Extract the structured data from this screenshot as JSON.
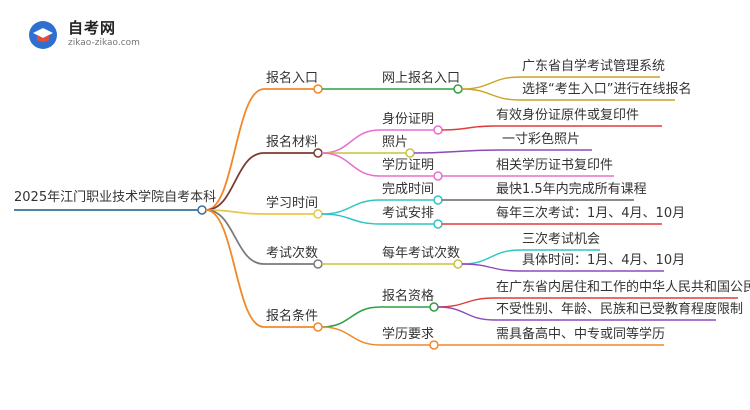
{
  "logo": {
    "name": "自考网",
    "url": "zikao-zikao.com"
  },
  "mindmap": {
    "root": "2025年江门职业技术学院自考本科",
    "branches": [
      {
        "label": "报名入口",
        "color": "#f0882a",
        "children": [
          {
            "label": "网上报名入口",
            "color": "#2ea043",
            "leaves": [
              "广东省自学考试管理系统",
              "选择“考生入口”进行在线报名"
            ],
            "leafColor": "#c9a227"
          }
        ]
      },
      {
        "label": "报名材料",
        "color": "#7a3b2e",
        "children": [
          {
            "label": "身份证明",
            "color": "#e86ed0",
            "leaves": [
              "有效身份证原件或复印件"
            ],
            "leafColor": "#e03c3c"
          },
          {
            "label": "照片",
            "color": "#c9c23a",
            "leaves": [
              "一寸彩色照片"
            ],
            "leafColor": "#8b4bb8"
          },
          {
            "label": "学历证明",
            "color": "#e86ed0",
            "leaves": [
              "相关学历证书复印件"
            ],
            "leafColor": "#e86ed0"
          }
        ]
      },
      {
        "label": "学习时间",
        "color": "#e8c84a",
        "children": [
          {
            "label": "完成时间",
            "color": "#2ec4c4",
            "leaves": [
              "最快1.5年内完成所有课程"
            ],
            "leafColor": "#666666"
          },
          {
            "label": "考试安排",
            "color": "#2ec4c4",
            "leaves": [
              "每年三次考试：1月、4月、10月"
            ],
            "leafColor": "#e03c3c"
          }
        ]
      },
      {
        "label": "考试次数",
        "color": "#7a7a7a",
        "children": [
          {
            "label": "每年考试次数",
            "color": "#c9c23a",
            "leaves": [
              "三次考试机会",
              "具体时间：1月、4月、10月"
            ],
            "leafColor": "#3b7bd4",
            "leafColors": [
              "#2ec4c4",
              "#8b4bb8"
            ]
          }
        ]
      },
      {
        "label": "报名条件",
        "color": "#f0882a",
        "children": [
          {
            "label": "报名资格",
            "color": "#2ea043",
            "leaves": [
              "在广东省内居住和工作的中华人民共和国公民",
              "不受性别、年龄、民族和已受教育程度限制"
            ],
            "leafColor": "#e03c3c",
            "leafColors": [
              "#e03c3c",
              "#8b4bb8"
            ]
          },
          {
            "label": "学历要求",
            "color": "#f0882a",
            "leaves": [
              "需具备高中、中专或同等学历"
            ],
            "leafColor": "#f0882a"
          }
        ]
      }
    ]
  }
}
